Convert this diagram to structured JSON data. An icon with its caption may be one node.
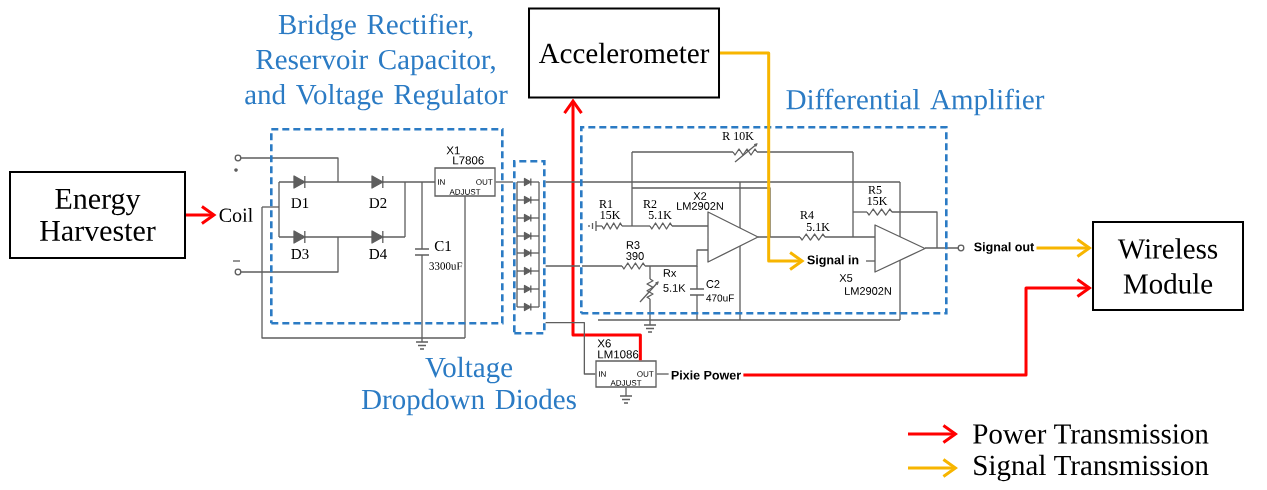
{
  "diagram": {
    "nodes": [
      {
        "text": [
          "Energy Harvester"
        ]
      },
      {
        "text": [
          "Coil"
        ]
      },
      {
        "text": [
          "Bridge Rectifier, Reservoir Capacitor, and Voltage Regulator"
        ]
      },
      {
        "text": [
          "IN",
          "OUT",
          "ADJUST"
        ],
        "beside": [
          "X1",
          "L7806"
        ],
        "in": 2
      },
      {
        "text": [
          "Voltage Dropdown Diodes"
        ]
      },
      {
        "text": [
          "Accelerometer"
        ]
      },
      {
        "text": [
          "Differential Amplifier"
        ]
      },
      {
        "text": [
          "Signal in"
        ],
        "in": 6
      },
      {
        "text": [
          "IN",
          "OUT",
          "ADJUST"
        ],
        "beside": [
          "X6",
          "LM1086"
        ]
      },
      {
        "text": [
          "Pixie Power"
        ]
      },
      {
        "text": [
          "Signal out"
        ]
      },
      {
        "text": [
          "Wireless Module"
        ]
      }
    ],
    "edges": [
      {
        "from": 0,
        "to": 1,
        "arrow": "to",
        "color": "#ff0000"
      },
      {
        "from": 8,
        "to": 5,
        "arrow": "to",
        "color": "#ff0000"
      },
      {
        "from": 5,
        "to": 7,
        "arrow": "to",
        "color": "#f7b500"
      },
      {
        "from": 10,
        "to": 11,
        "arrow": "to",
        "color": "#f7b500"
      },
      {
        "from": 9,
        "to": 11,
        "arrow": "to",
        "color": "#ff0000"
      },
      {
        "from": 4,
        "to": 8,
        "arrow": "none",
        "color": "#5e5e5e"
      },
      {
        "from": 8,
        "to": 9,
        "arrow": "none",
        "color": "#5e5e5e"
      },
      {
        "from": 3,
        "to": 4,
        "arrow": "none",
        "color": "#5e5e5e"
      },
      {
        "from": 4,
        "to": 6,
        "arrow": "none",
        "color": "#5e5e5e"
      },
      {
        "from": 4,
        "to": 6,
        "arrow": "none",
        "color": "#5e5e5e"
      }
    ],
    "labels": [
      "R 10K",
      "D1",
      "D2",
      "R1",
      "15K",
      "R2",
      "5.1K",
      "X2",
      "LM2902N",
      "R4",
      "5.1K",
      "R5",
      "15K",
      "D3",
      "D4",
      "C1",
      "3300uF",
      "R3",
      "390",
      "Rx",
      "5.1K",
      "C2",
      "470uF",
      "X5",
      "LM2902N"
    ],
    "legend": [
      {
        "text": "Power Transmission",
        "color": "#ff0000"
      },
      {
        "text": "Signal Transmission",
        "color": "#f7b500"
      }
    ]
  }
}
